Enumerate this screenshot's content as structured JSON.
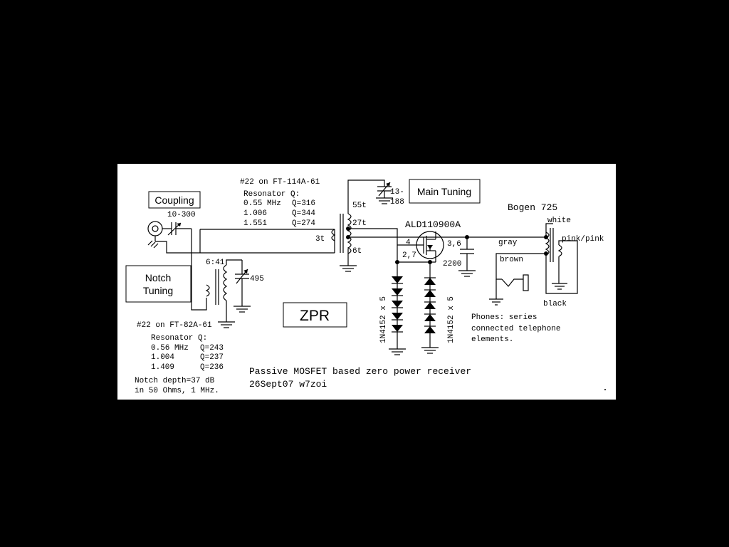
{
  "colors": {
    "background": "#000000",
    "sheet": "#ffffff",
    "ink": "#000000"
  },
  "boxes": {
    "coupling": "Coupling",
    "notch_line1": "Notch",
    "notch_line2": "Tuning",
    "main_tuning": "Main Tuning",
    "zpr": "ZPR"
  },
  "input": {
    "cap": "10-300",
    "transformer_ratio": "6:41",
    "notch_cap": "495"
  },
  "main_coil": {
    "wire": "#22 on FT-114A-61",
    "resonator_title": "Resonator Q:",
    "rows": [
      {
        "freq": "0.55 MHz",
        "q": "Q=316"
      },
      {
        "freq": "1.006",
        "q": "Q=344"
      },
      {
        "freq": "1.551",
        "q": "Q=274"
      }
    ],
    "turns_link": "3t",
    "turns_main": "55t",
    "turns_tap": "27t",
    "turns_low": "6t",
    "cap_line1": "13-",
    "cap_line2": "188"
  },
  "notch_coil": {
    "wire": "#22 on FT-82A-61",
    "resonator_title": "Resonator Q:",
    "rows": [
      {
        "freq": "0.56 MHz",
        "q": "Q=243"
      },
      {
        "freq": "1.004",
        "q": "Q=237"
      },
      {
        "freq": "1.409",
        "q": "Q=236"
      }
    ],
    "depth_line1": "Notch depth=37 dB",
    "depth_line2": "in 50 Ohms, 1 MHz."
  },
  "mosfet": {
    "part": "ALD110900A",
    "pin_gate": "4",
    "pin_source": "2,7",
    "pin_drain": "3,6"
  },
  "diodes": {
    "label_left": "1N4152 x 5",
    "label_right": "1N4152 x 5"
  },
  "output": {
    "bypass_cap": "2200",
    "transformer": "Bogen 725",
    "wire_white": "white",
    "wire_pinkpink": "pink/pink",
    "wire_gray": "gray",
    "wire_brown": "brown",
    "wire_black": "black",
    "phones_line1": "Phones: series",
    "phones_line2": "connected telephone",
    "phones_line3": "elements."
  },
  "caption": {
    "line1": "Passive MOSFET based zero power receiver",
    "line2": "26Sept07 w7zoi"
  }
}
